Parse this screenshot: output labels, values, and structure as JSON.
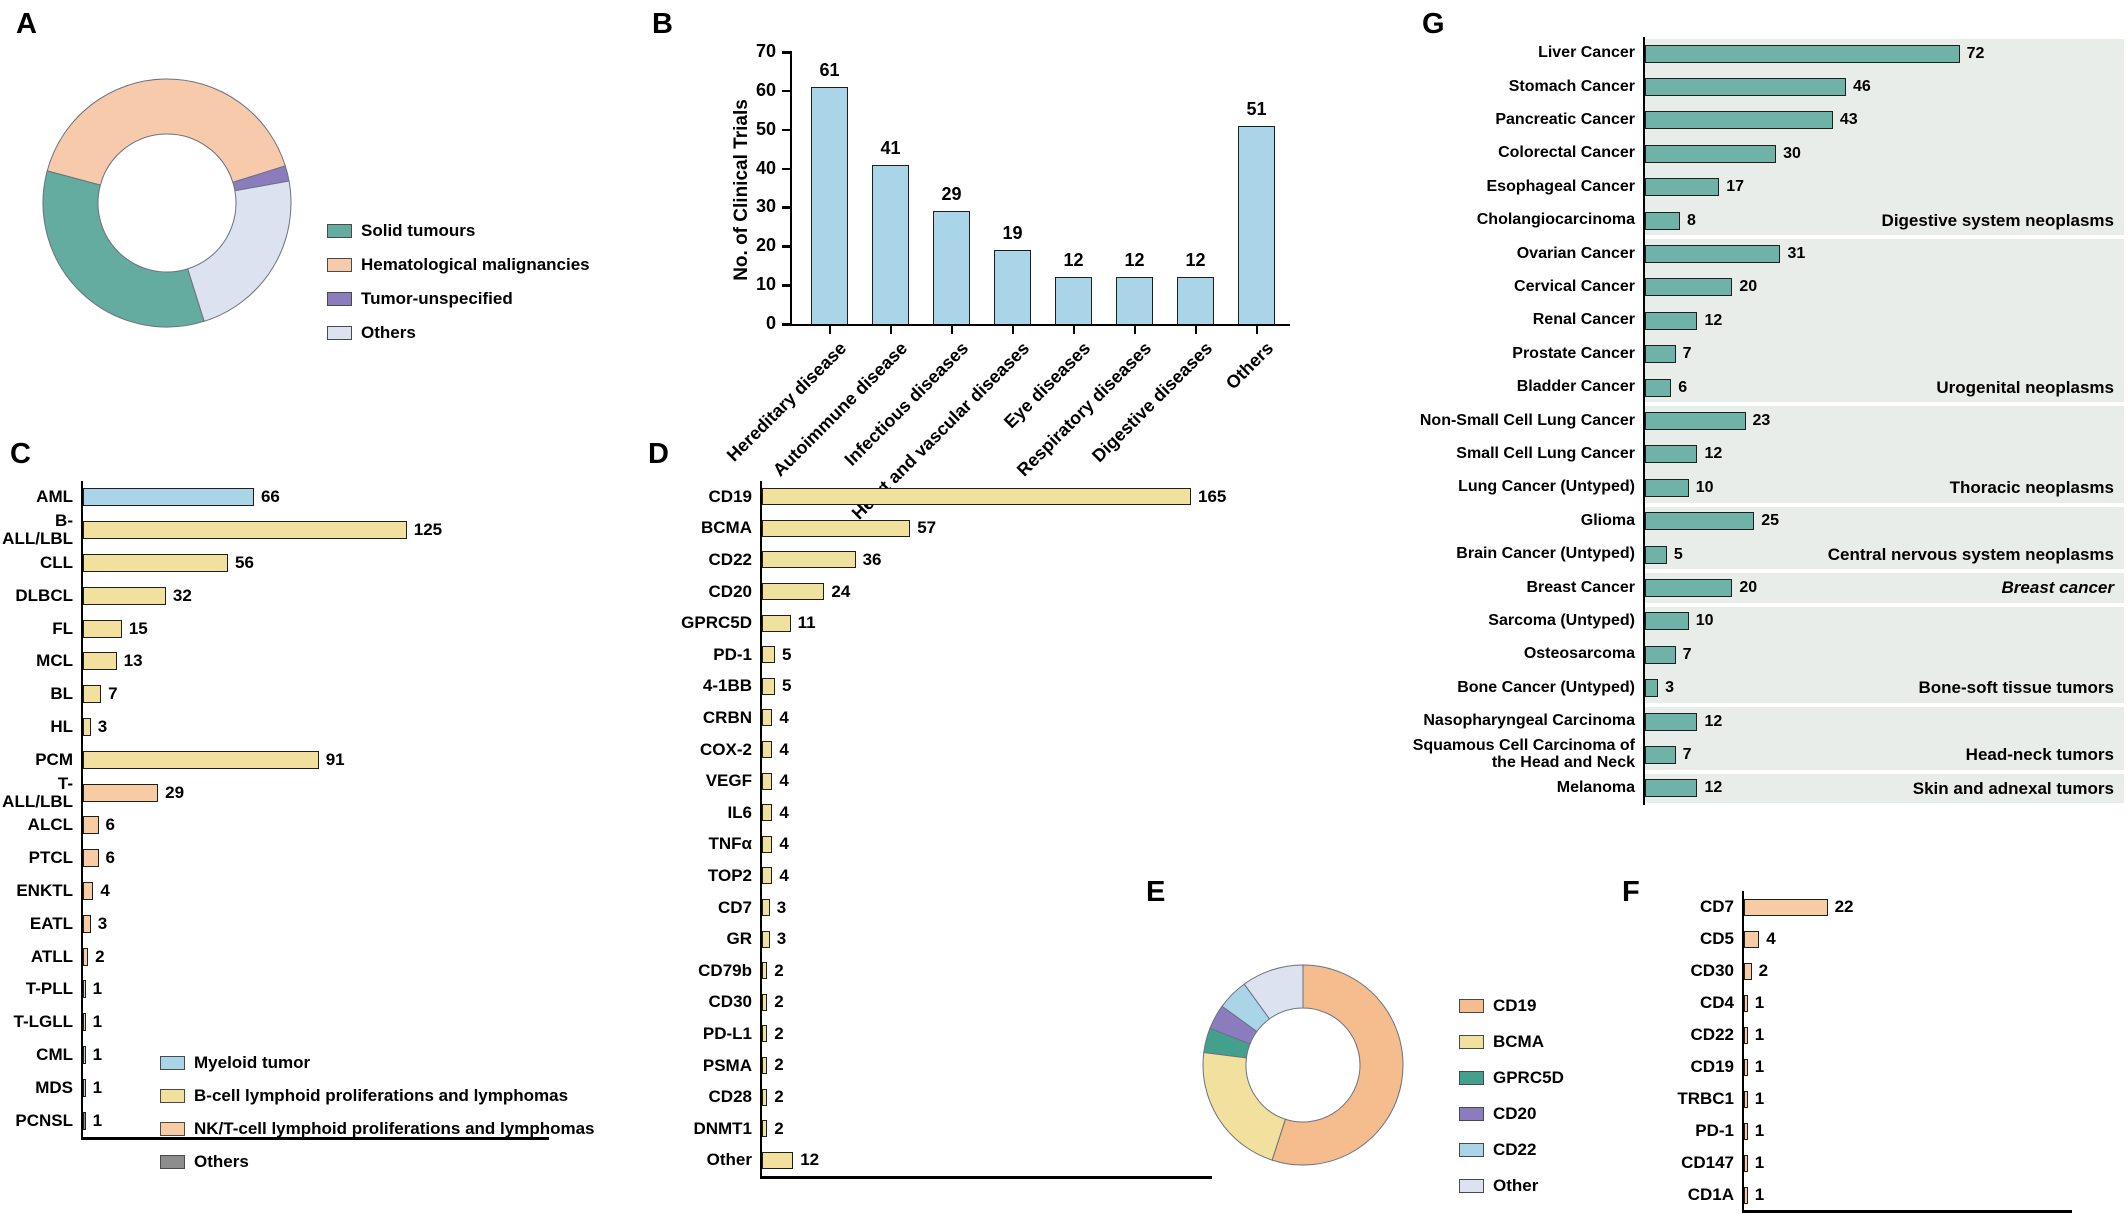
{
  "panels": {
    "A": {
      "label": "A"
    },
    "B": {
      "label": "B"
    },
    "C": {
      "label": "C"
    },
    "D": {
      "label": "D"
    },
    "E": {
      "label": "E"
    },
    "F": {
      "label": "F"
    },
    "G": {
      "label": "G"
    }
  },
  "chart_data": [
    {
      "panel": "A",
      "type": "pie",
      "donut": true,
      "start_angle": -75,
      "slices": [
        {
          "label": "Hematological malignancies",
          "value": 41,
          "color": "#f7caab"
        },
        {
          "label": "Tumor-unspecified",
          "value": 2,
          "color": "#8b7cbe"
        },
        {
          "label": "Others",
          "value": 23,
          "color": "#dde2f0"
        },
        {
          "label": "Solid tumours",
          "value": 34,
          "color": "#63ac9f"
        }
      ],
      "legend": [
        {
          "label": "Solid tumours",
          "color": "#63ac9f"
        },
        {
          "label": "Hematological malignancies",
          "color": "#f7caab"
        },
        {
          "label": "Tumor-unspecified",
          "color": "#8b7cbe"
        },
        {
          "label": "Others",
          "color": "#dde2f0"
        }
      ]
    },
    {
      "panel": "B",
      "type": "bar",
      "ylabel": "No. of Clinical Trials",
      "ylim": [
        0,
        70
      ],
      "yticks": [
        0,
        10,
        20,
        30,
        40,
        50,
        60,
        70
      ],
      "categories": [
        "Hereditary disease",
        "Autoimmune disease",
        "Infectious diseases",
        "Heart and vascular diseases",
        "Eye diseases",
        "Respiratory diseases",
        "Digestive diseases",
        "Others"
      ],
      "values": [
        61,
        41,
        29,
        19,
        12,
        12,
        12,
        51
      ],
      "bar_color": "#aad4e8"
    },
    {
      "panel": "C",
      "type": "bar-horizontal",
      "xmax": 140,
      "rows": [
        {
          "label": "AML",
          "value": 66,
          "group": "myeloid"
        },
        {
          "label": "B-ALL/LBL",
          "value": 125,
          "group": "bcell"
        },
        {
          "label": "CLL",
          "value": 56,
          "group": "bcell"
        },
        {
          "label": "DLBCL",
          "value": 32,
          "group": "bcell"
        },
        {
          "label": "FL",
          "value": 15,
          "group": "bcell"
        },
        {
          "label": "MCL",
          "value": 13,
          "group": "bcell"
        },
        {
          "label": "BL",
          "value": 7,
          "group": "bcell"
        },
        {
          "label": "HL",
          "value": 3,
          "group": "bcell"
        },
        {
          "label": "PCM",
          "value": 91,
          "group": "bcell"
        },
        {
          "label": "T-ALL/LBL",
          "value": 29,
          "group": "tcell"
        },
        {
          "label": "ALCL",
          "value": 6,
          "group": "tcell"
        },
        {
          "label": "PTCL",
          "value": 6,
          "group": "tcell"
        },
        {
          "label": "ENKTL",
          "value": 4,
          "group": "tcell"
        },
        {
          "label": "EATL",
          "value": 3,
          "group": "tcell"
        },
        {
          "label": "ATLL",
          "value": 2,
          "group": "tcell"
        },
        {
          "label": "T-PLL",
          "value": 1,
          "group": "tcell"
        },
        {
          "label": "T-LGLL",
          "value": 1,
          "group": "tcell"
        },
        {
          "label": "CML",
          "value": 1,
          "group": "myeloid"
        },
        {
          "label": "MDS",
          "value": 1,
          "group": "myeloid"
        },
        {
          "label": "PCNSL",
          "value": 1,
          "group": "others"
        }
      ],
      "group_colors": {
        "myeloid": "#aad4e8",
        "bcell": "#f2e09e",
        "tcell": "#f7cba3",
        "others": "#8d8d8d"
      },
      "legend": [
        {
          "label": "Myeloid tumor",
          "color": "#aad4e8"
        },
        {
          "label": "B-cell lymphoid proliferations and lymphomas",
          "color": "#f2e09e"
        },
        {
          "label": "NK/T-cell lymphoid proliferations and lymphomas",
          "color": "#f7cba3"
        },
        {
          "label": "Others",
          "color": "#8d8d8d"
        }
      ]
    },
    {
      "panel": "D",
      "type": "bar-horizontal",
      "bar_color": "#f2e09e",
      "xmax": 180,
      "rows": [
        {
          "label": "CD19",
          "value": 165
        },
        {
          "label": "BCMA",
          "value": 57
        },
        {
          "label": "CD22",
          "value": 36
        },
        {
          "label": "CD20",
          "value": 24
        },
        {
          "label": "GPRC5D",
          "value": 11
        },
        {
          "label": "PD-1",
          "value": 5
        },
        {
          "label": "4-1BB",
          "value": 5
        },
        {
          "label": "CRBN",
          "value": 4
        },
        {
          "label": "COX-2",
          "value": 4
        },
        {
          "label": "VEGF",
          "value": 4
        },
        {
          "label": "IL6",
          "value": 4
        },
        {
          "label": "TNFα",
          "value": 4
        },
        {
          "label": "TOP2",
          "value": 4
        },
        {
          "label": "CD7",
          "value": 3
        },
        {
          "label": "GR",
          "value": 3
        },
        {
          "label": "CD79b",
          "value": 2
        },
        {
          "label": "CD30",
          "value": 2
        },
        {
          "label": "PD-L1",
          "value": 2
        },
        {
          "label": "PSMA",
          "value": 2
        },
        {
          "label": "CD28",
          "value": 2
        },
        {
          "label": "DNMT1",
          "value": 2
        },
        {
          "label": "Other",
          "value": 12
        }
      ]
    },
    {
      "panel": "E",
      "type": "pie",
      "donut": true,
      "start_angle": 0,
      "slices": [
        {
          "label": "CD19",
          "value": 55,
          "color": "#f5bd8d"
        },
        {
          "label": "BCMA",
          "value": 22,
          "color": "#f2e09e"
        },
        {
          "label": "GPRC5D",
          "value": 4,
          "color": "#43a08d"
        },
        {
          "label": "CD20",
          "value": 4,
          "color": "#8b7cbe"
        },
        {
          "label": "CD22",
          "value": 5,
          "color": "#aad4e8"
        },
        {
          "label": "Other",
          "value": 10,
          "color": "#dde2f0"
        }
      ],
      "legend": [
        {
          "label": "CD19",
          "color": "#f5bd8d"
        },
        {
          "label": "BCMA",
          "color": "#f2e09e"
        },
        {
          "label": "GPRC5D",
          "color": "#43a08d"
        },
        {
          "label": "CD20",
          "color": "#8b7cbe"
        },
        {
          "label": "CD22",
          "color": "#aad4e8"
        },
        {
          "label": "Other",
          "color": "#dde2f0"
        }
      ]
    },
    {
      "panel": "F",
      "type": "bar-horizontal",
      "bar_color": "#f7cba3",
      "xmax": 90,
      "rows": [
        {
          "label": "CD7",
          "value": 22
        },
        {
          "label": "CD5",
          "value": 4
        },
        {
          "label": "CD30",
          "value": 2
        },
        {
          "label": "CD4",
          "value": 1
        },
        {
          "label": "CD22",
          "value": 1
        },
        {
          "label": "CD19",
          "value": 1
        },
        {
          "label": "TRBC1",
          "value": 1
        },
        {
          "label": "PD-1",
          "value": 1
        },
        {
          "label": "CD147",
          "value": 1
        },
        {
          "label": "CD1A",
          "value": 1
        }
      ]
    },
    {
      "panel": "G",
      "type": "bar-horizontal",
      "bar_color": "#6fb2a8",
      "xmax": 110,
      "rows": [
        {
          "label": "Liver Cancer",
          "value": 72
        },
        {
          "label": "Stomach Cancer",
          "value": 46
        },
        {
          "label": "Pancreatic Cancer",
          "value": 43
        },
        {
          "label": "Colorectal Cancer",
          "value": 30
        },
        {
          "label": "Esophageal Cancer",
          "value": 17
        },
        {
          "label": "Cholangiocarcinoma",
          "value": 8
        },
        {
          "label": "Ovarian Cancer",
          "value": 31
        },
        {
          "label": "Cervical Cancer",
          "value": 20
        },
        {
          "label": "Renal Cancer",
          "value": 12
        },
        {
          "label": "Prostate Cancer",
          "value": 7
        },
        {
          "label": "Bladder Cancer",
          "value": 6
        },
        {
          "label": "Non-Small Cell Lung Cancer",
          "value": 23
        },
        {
          "label": "Small Cell Lung Cancer",
          "value": 12
        },
        {
          "label": "Lung Cancer (Untyped)",
          "value": 10
        },
        {
          "label": "Glioma",
          "value": 25
        },
        {
          "label": "Brain Cancer (Untyped)",
          "value": 5
        },
        {
          "label": "Breast Cancer",
          "value": 20
        },
        {
          "label": "Sarcoma (Untyped)",
          "value": 10
        },
        {
          "label": "Osteosarcoma",
          "value": 7
        },
        {
          "label": "Bone Cancer (Untyped)",
          "value": 3
        },
        {
          "label": "Nasopharyngeal Carcinoma",
          "value": 12
        },
        {
          "label": "Squamous Cell Carcinoma of the Head and Neck",
          "value": 7
        },
        {
          "label": "Melanoma",
          "value": 12
        }
      ],
      "groups": [
        {
          "label": "Digestive system neoplasms",
          "start": 0,
          "end": 5,
          "label_row": 5
        },
        {
          "label": "Urogenital neoplasms",
          "start": 6,
          "end": 10,
          "label_row": 10
        },
        {
          "label": "Thoracic neoplasms",
          "start": 11,
          "end": 13,
          "label_row": 13
        },
        {
          "label": "Central nervous system neoplasms",
          "start": 14,
          "end": 15,
          "label_row": 15
        },
        {
          "label": "Breast cancer",
          "start": 16,
          "end": 16,
          "label_row": 16,
          "italic": true
        },
        {
          "label": "Bone-soft tissue tumors",
          "start": 17,
          "end": 19,
          "label_row": 19
        },
        {
          "label": "Head-neck tumors",
          "start": 20,
          "end": 21,
          "label_row": 21
        },
        {
          "label": "Skin and adnexal tumors",
          "start": 22,
          "end": 22,
          "label_row": 22
        }
      ]
    }
  ]
}
